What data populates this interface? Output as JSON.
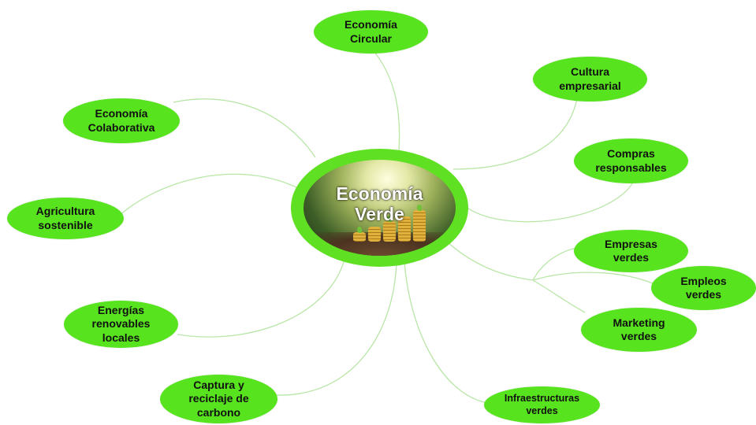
{
  "center": {
    "title": "Economía\nVerde"
  },
  "nodes": {
    "economia_circular": "Economía\nCircular",
    "cultura_empresarial": "Cultura\nempresarial",
    "economia_colaborativa": "Economía\nColaborativa",
    "compras_responsables": "Compras\nresponsables",
    "agricultura_sostenible": "Agricultura\nsostenible",
    "empresas_verdes": "Empresas\nverdes",
    "empleos_verdes": "Empleos\nverdes",
    "marketing_verdes": "Marketing\nverdes",
    "energias_renovables": "Energías\nrenovables\nlocales",
    "captura_carbono": "Captura y\nreciclaje de\ncarbono",
    "infraestructuras_verdes": "Infraestructuras\nverdes"
  },
  "colors": {
    "node": "#57e31e",
    "link": "#b8e6a6",
    "center_ring": "#5fe022"
  }
}
